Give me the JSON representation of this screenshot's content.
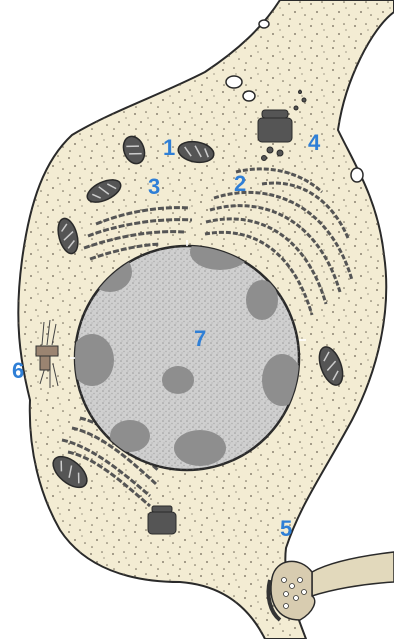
{
  "colors": {
    "cytoplasm": "#f3ecd3",
    "outline": "#2a2a2a",
    "organelle": "#555555",
    "nucleus": "#cfcfcf",
    "chromatin": "#8e8e8e",
    "label": "#2f7fd6"
  },
  "labels": {
    "l1": "1",
    "l2": "2",
    "l3": "3",
    "l4": "4",
    "l5": "5",
    "l6": "6",
    "l7": "7"
  }
}
